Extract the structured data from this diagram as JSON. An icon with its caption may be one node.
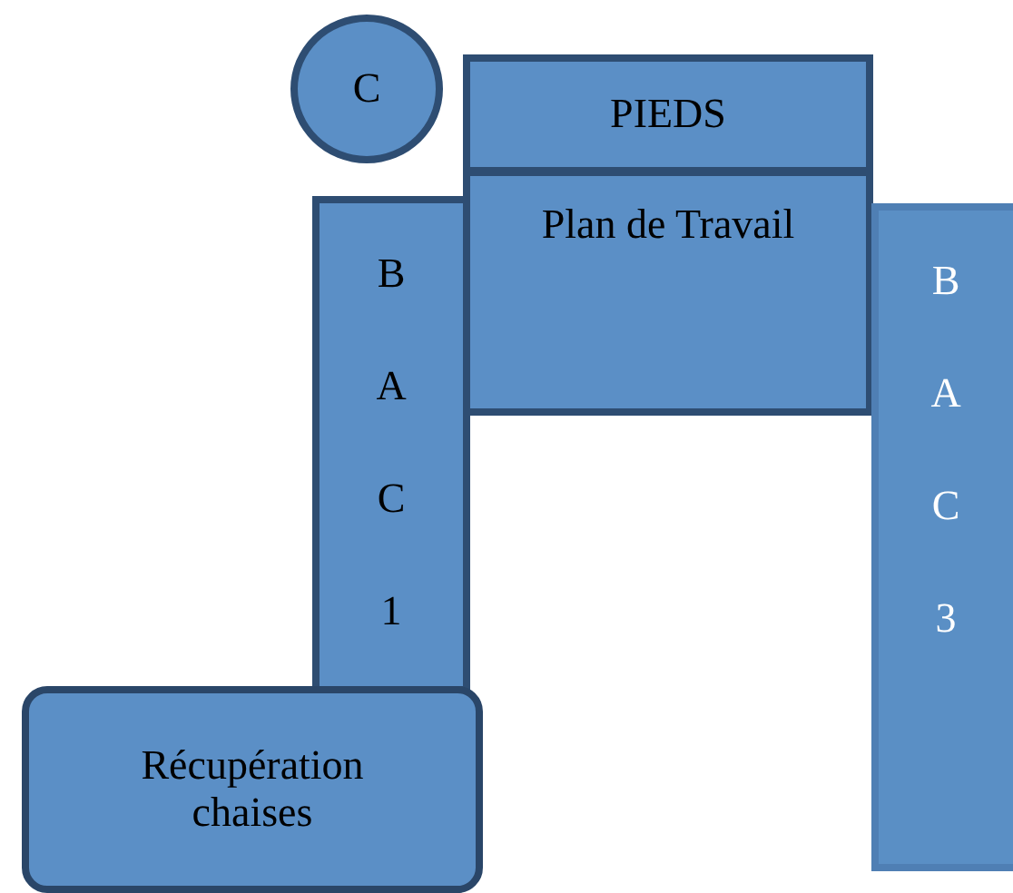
{
  "diagram": {
    "nodes": [
      {
        "text": [
          "C"
        ]
      },
      {
        "text": [
          "PIEDS"
        ]
      },
      {
        "text": [
          "Plan de Travail"
        ]
      },
      {
        "text": [
          "B A C 1"
        ]
      },
      {
        "text": [
          "B A C 3"
        ]
      },
      {
        "text": [
          "Récupération chaises"
        ]
      }
    ],
    "edges": []
  }
}
